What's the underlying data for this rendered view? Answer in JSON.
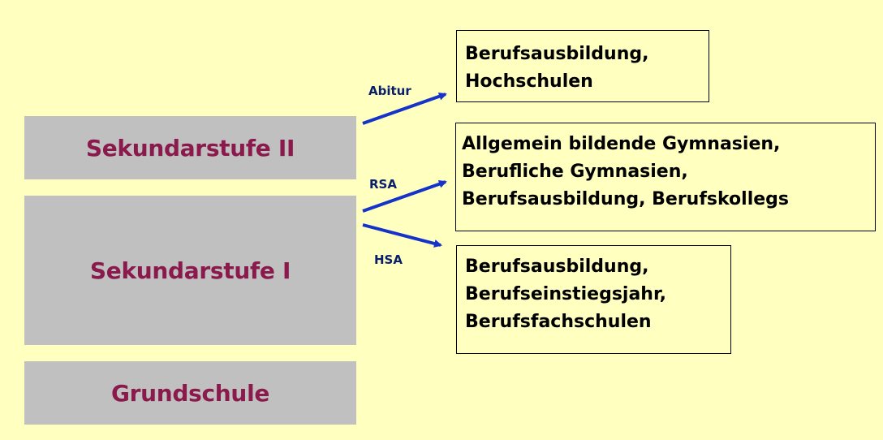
{
  "levels": {
    "sekundarstufe_2": "Sekundarstufe II",
    "sekundarstufe_1": "Sekundarstufe I",
    "grundschule": "Grundschule"
  },
  "paths": {
    "abitur": "Abitur",
    "rsa": "RSA",
    "hsa": "HSA"
  },
  "destinations": {
    "abitur": [
      "Berufsausbildung,",
      "Hochschulen"
    ],
    "rsa": [
      "Allgemein bildende Gymnasien,",
      "Berufliche Gymnasien,",
      "Berufsausbildung, Berufskollegs"
    ],
    "hsa": [
      "Berufsausbildung,",
      "Berufseinstiegsjahr,",
      "Berufsfachschulen"
    ]
  },
  "colors": {
    "background": "#ffffc0",
    "level_box": "#c0c0c0",
    "level_text": "#8b1a4c",
    "arrow": "#1533c9",
    "path_label": "#0a1f6b"
  }
}
